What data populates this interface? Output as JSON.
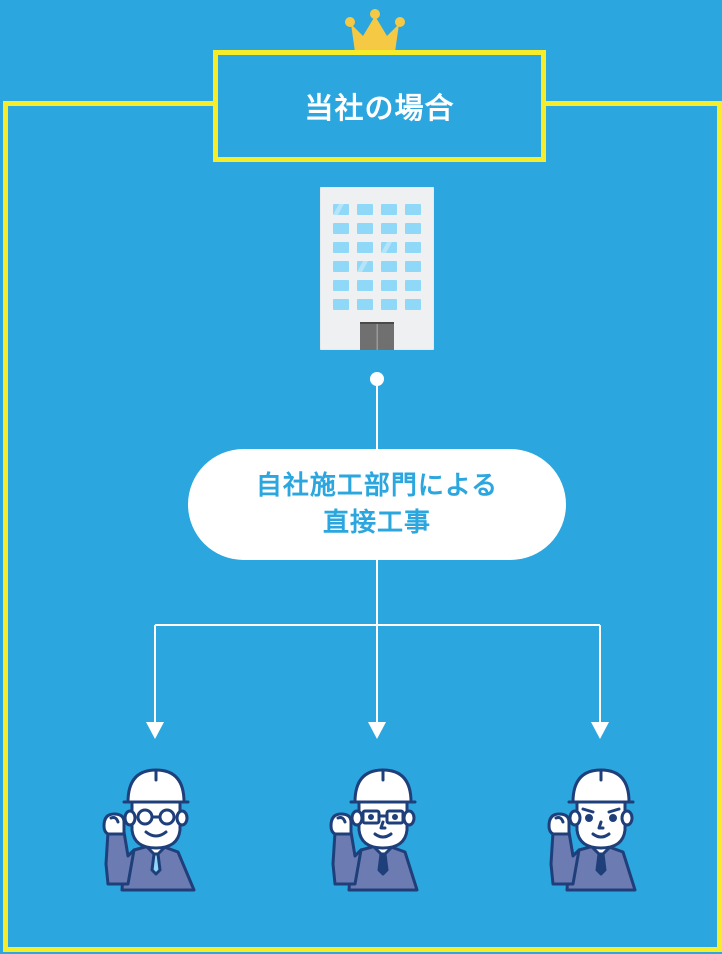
{
  "colors": {
    "background": "#2ba6df",
    "frame": "#f7ec2a",
    "crown": "#f6c944",
    "pill_bg": "#ffffff",
    "pill_text": "#2ba6df",
    "title_text": "#ffffff",
    "connector": "#ffffff",
    "building_wall": "#eef0f2",
    "building_window": "#8fd8f8",
    "building_door": "#707070",
    "worker_outline": "#1f3f7a",
    "worker_suit": "#6c7bb2",
    "worker_skin": "#ffffff",
    "helmet": "#ffffff"
  },
  "header": {
    "crown_icon": "crown-icon",
    "title": "当社の場合"
  },
  "building": {
    "icon": "office-building-icon",
    "window_columns": 4,
    "window_rows": 6
  },
  "process": {
    "line1": "自社施工部門による",
    "line2": "直接工事"
  },
  "workers": [
    {
      "id": "worker-1",
      "icon": "construction-worker-senior-icon",
      "tie": "light-blue"
    },
    {
      "id": "worker-2",
      "icon": "construction-worker-glasses-icon",
      "tie": "navy"
    },
    {
      "id": "worker-3",
      "icon": "construction-worker-young-icon",
      "tie": "navy"
    }
  ]
}
